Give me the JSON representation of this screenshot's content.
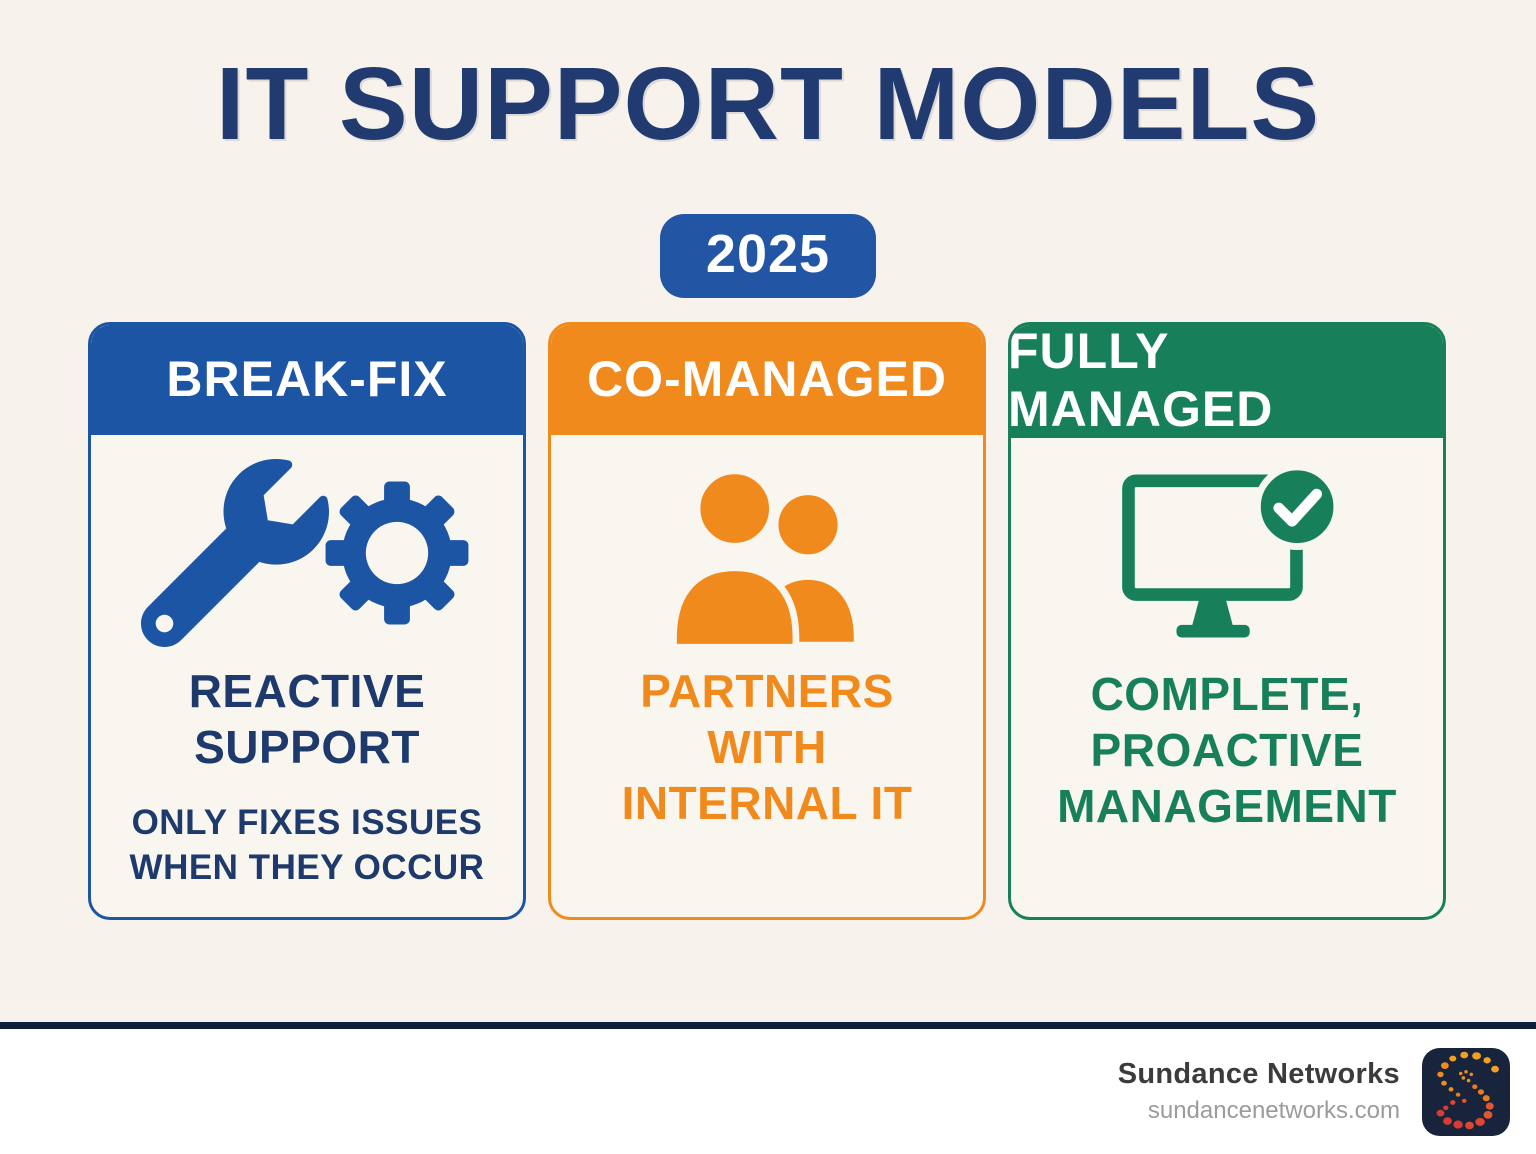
{
  "title": "IT SUPPORT MODELS",
  "year_badge": "2025",
  "cards": [
    {
      "header": "BREAK-FIX",
      "icon": "wrench-gear-icon",
      "primary": "REACTIVE\nSUPPORT",
      "secondary": "ONLY FIXES ISSUES\nWHEN THEY OCCUR",
      "accent_color": "#1d55a5"
    },
    {
      "header": "CO-MANAGED",
      "icon": "people-icon",
      "primary": "PARTNERS\nWITH\nINTERNAL IT",
      "accent_color": "#f18a1d"
    },
    {
      "header": "FULLY MANAGED",
      "icon": "monitor-check-icon",
      "primary": "COMPLETE,\nPROACTIVE\nMANAGEMENT",
      "accent_color": "#17805a"
    }
  ],
  "footer": {
    "company": "Sundance Networks",
    "website": "sundancenetworks.com"
  },
  "colors": {
    "background": "#f7f3ec",
    "title_navy": "#213a70",
    "badge_blue": "#2256a4",
    "break_fix_blue": "#1d55a5",
    "co_managed_orange": "#f18a1d",
    "fully_managed_green": "#17805a",
    "body_text_navy": "#1e396b",
    "divider_navy": "#13203a",
    "footer_background": "#ffffff",
    "company_text": "#3b3b3b",
    "website_text": "#9b9b9b",
    "logo_background": "#18243c"
  }
}
